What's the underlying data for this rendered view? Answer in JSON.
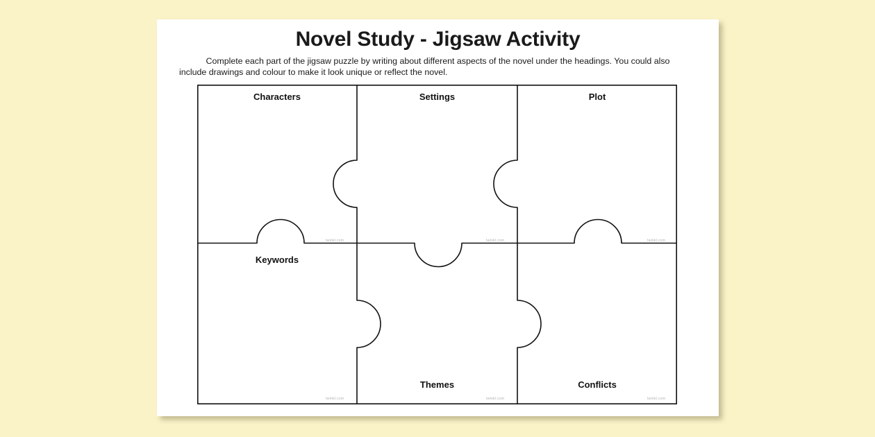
{
  "document": {
    "title": "Novel Study - Jigsaw Activity",
    "instructions": {
      "line1": "Complete each part of the jigsaw puzzle by writing about different aspects of the novel under the headings. You could also",
      "line2": "include drawings and colour to make it look unique or reflect the novel."
    }
  },
  "jigsaw": {
    "cells": [
      {
        "id": "characters",
        "label": "Characters"
      },
      {
        "id": "settings",
        "label": "Settings"
      },
      {
        "id": "plot",
        "label": "Plot"
      },
      {
        "id": "keywords",
        "label": "Keywords"
      },
      {
        "id": "themes",
        "label": "Themes"
      },
      {
        "id": "conflicts",
        "label": "Conflicts"
      }
    ]
  },
  "watermarks": {
    "text": "twinkl.com"
  },
  "colors": {
    "background": "#FBF3C8",
    "page": "#FFFFFF",
    "ink": "#1A1A1A",
    "line": "#111111",
    "watermark": "#9C9C9C"
  }
}
